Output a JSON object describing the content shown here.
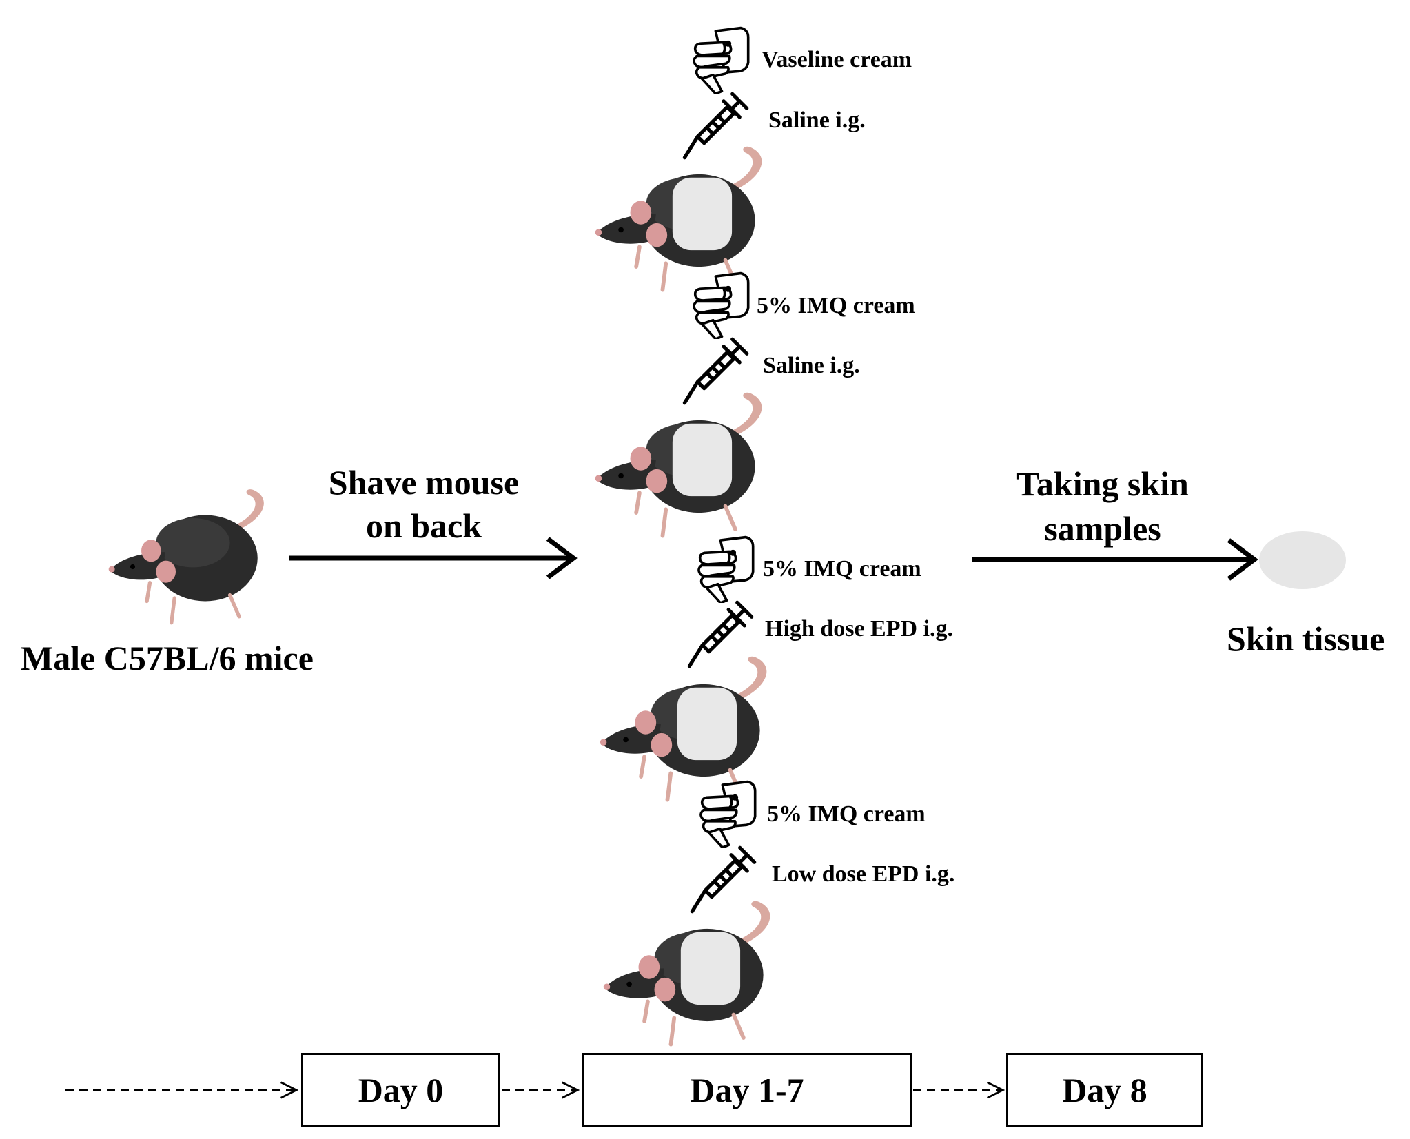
{
  "start_label": "Male C57BL/6 mice",
  "shave_label_line1": "Shave mouse",
  "shave_label_line2": "on back",
  "sample_label_line1": "Taking skin",
  "sample_label_line2": "samples",
  "end_label": "Skin tissue",
  "groups": [
    {
      "cream": "Vaseline cream",
      "oral": "Saline i.g."
    },
    {
      "cream": "5% IMQ cream",
      "oral": "Saline i.g."
    },
    {
      "cream": "5% IMQ cream",
      "oral": "High dose EPD i.g."
    },
    {
      "cream": "5% IMQ cream",
      "oral": "Low dose EPD i.g."
    }
  ],
  "timeline": [
    "Day 0",
    "Day 1-7",
    "Day 8"
  ],
  "icons": {
    "mouse": "mouse-icon",
    "cream": "hand-cream-icon",
    "syringe": "syringe-icon",
    "tissue": "skin-tissue-icon"
  },
  "colors": {
    "fur": "#2b2b2b",
    "ear": "#d89a9a",
    "tail": "#d9a9a0",
    "tissue": "#e6e6e6"
  }
}
